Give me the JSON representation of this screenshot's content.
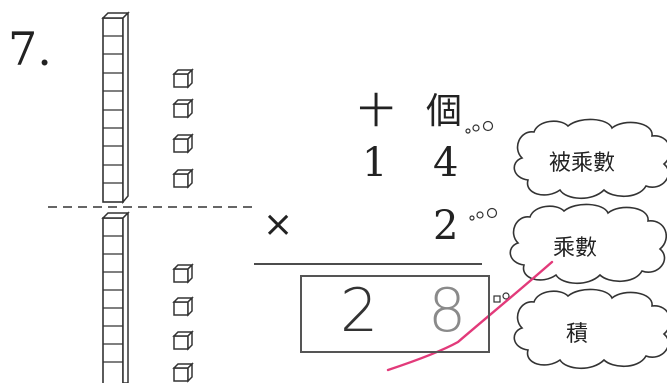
{
  "question_number": "7.",
  "headers": {
    "tens": "十",
    "ones": "個"
  },
  "multiplicand": {
    "tens": "1",
    "ones": "4"
  },
  "multiplier": {
    "sign": "×",
    "ones": "2"
  },
  "answer": {
    "tens": "2",
    "ones": "8"
  },
  "labels": {
    "multiplicand": "被乘數",
    "multiplier": "乘數",
    "product": "積"
  },
  "blocks": {
    "upper_group": {
      "tens_rods": 1,
      "unit_cubes": 4
    },
    "lower_group": {
      "tens_rods": 1,
      "unit_cubes": 4
    }
  },
  "colors": {
    "check_mark": "#e23a7a",
    "ink": "#222222"
  },
  "icons": [
    "base-ten-rod-icon",
    "unit-cube-icon",
    "thought-cloud-icon",
    "check-mark-icon"
  ]
}
